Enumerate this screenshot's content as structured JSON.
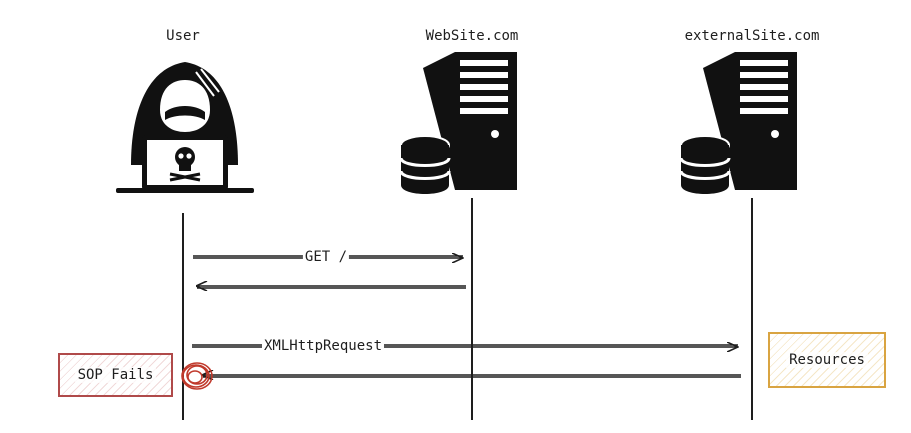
{
  "actors": {
    "user": "User",
    "website": "WebSite.com",
    "external": "externalSite.com"
  },
  "messages": {
    "get": "GET /",
    "xhr": "XMLHttpRequest"
  },
  "notes": {
    "sop_fails": "SOP Fails",
    "resources": "Resources"
  },
  "colors": {
    "stroke": "#1e1e1e",
    "sop_border": "#b04a4a",
    "resources_border": "#d9a441"
  },
  "icons": {
    "user": "hooded-hacker-icon",
    "website": "server-database-icon",
    "external": "server-database-icon"
  }
}
